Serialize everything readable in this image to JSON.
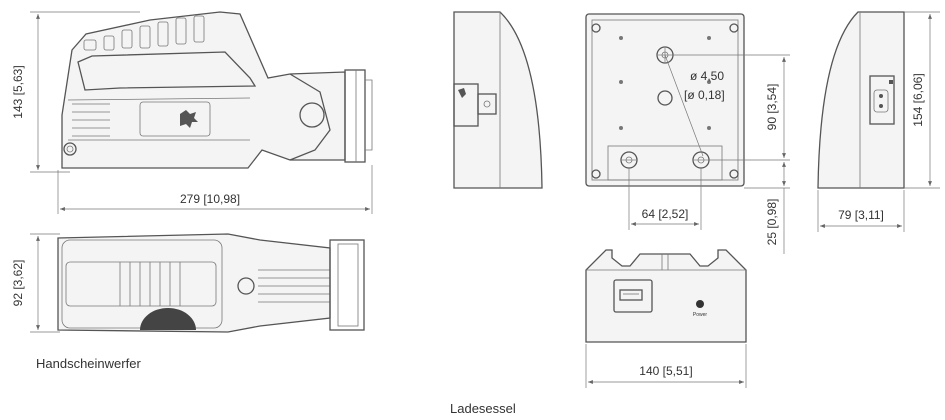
{
  "captions": {
    "handscheinwerfer": "Handscheinwerfer",
    "ladesessel": "Ladesessel"
  },
  "dimensions": {
    "lamp_height": "143 [5,63]",
    "lamp_length": "279  [10,98]",
    "lamp_width": "92 [3,62]",
    "hole_diameter": "ø 4,50",
    "hole_diameter_inch": "[ø 0,18]",
    "hole_spacing": "64 [2,52]",
    "charger_vert": "90 [3,54]",
    "charger_offset": "25 [0,98]",
    "charger_depth": "79 [3,11]",
    "charger_height": "154 [6,06]",
    "charger_width": "140 [5,51]"
  },
  "labels": {
    "power": "Power"
  }
}
